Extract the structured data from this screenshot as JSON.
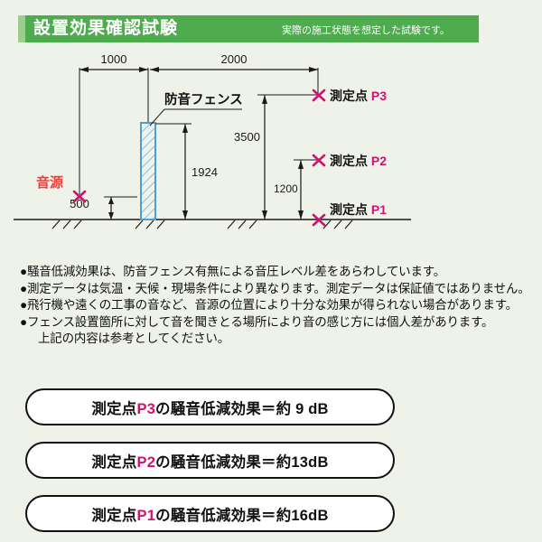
{
  "header": {
    "title": "設置効果確認試験",
    "subtitle": "実際の施工状態を想定した試験です。",
    "banner_color": "#4eab4e",
    "accent_color": "#9ecb8e"
  },
  "diagram": {
    "labels": {
      "fence": "防音フェンス",
      "sound_source": "音源",
      "point_p1": "測定点 P1",
      "point_p2": "測定点 P2",
      "point_p3": "測定点 P3"
    },
    "dimensions": {
      "source_to_fence": "1000",
      "fence_to_points": "2000",
      "fence_height": "1924",
      "p1_to_p3": "3500",
      "p1_to_p2": "1200",
      "source_height": "500"
    },
    "colors": {
      "fence_stroke": "#4c9fd4",
      "fence_fill": "#eef4fa",
      "marker": "#cc1470",
      "source_label": "#e8403c",
      "line": "#1a1a1a"
    }
  },
  "notes": [
    "●騒音低減効果は、防音フェンス有無による音圧レベル差をあらわしています。",
    "●測定データは気温・天候・現場条件により異なります。測定データは保証値ではありません。",
    "●飛行機や遠くの工事の音など、音源の位置により十分な効果が得られない場合があります。",
    "●フェンス設置箇所に対して音を聞きとる場所により音の感じ方には個人差があります。",
    "上記の内容は参考としてください。"
  ],
  "results": [
    {
      "prefix": "測定点",
      "point": "P3",
      "body": "の騒音低減効果＝約 9 dB"
    },
    {
      "prefix": "測定点",
      "point": "P2",
      "body": "の騒音低減効果＝約13dB"
    },
    {
      "prefix": "測定点",
      "point": "P1",
      "body": "の騒音低減効果＝約16dB"
    }
  ]
}
